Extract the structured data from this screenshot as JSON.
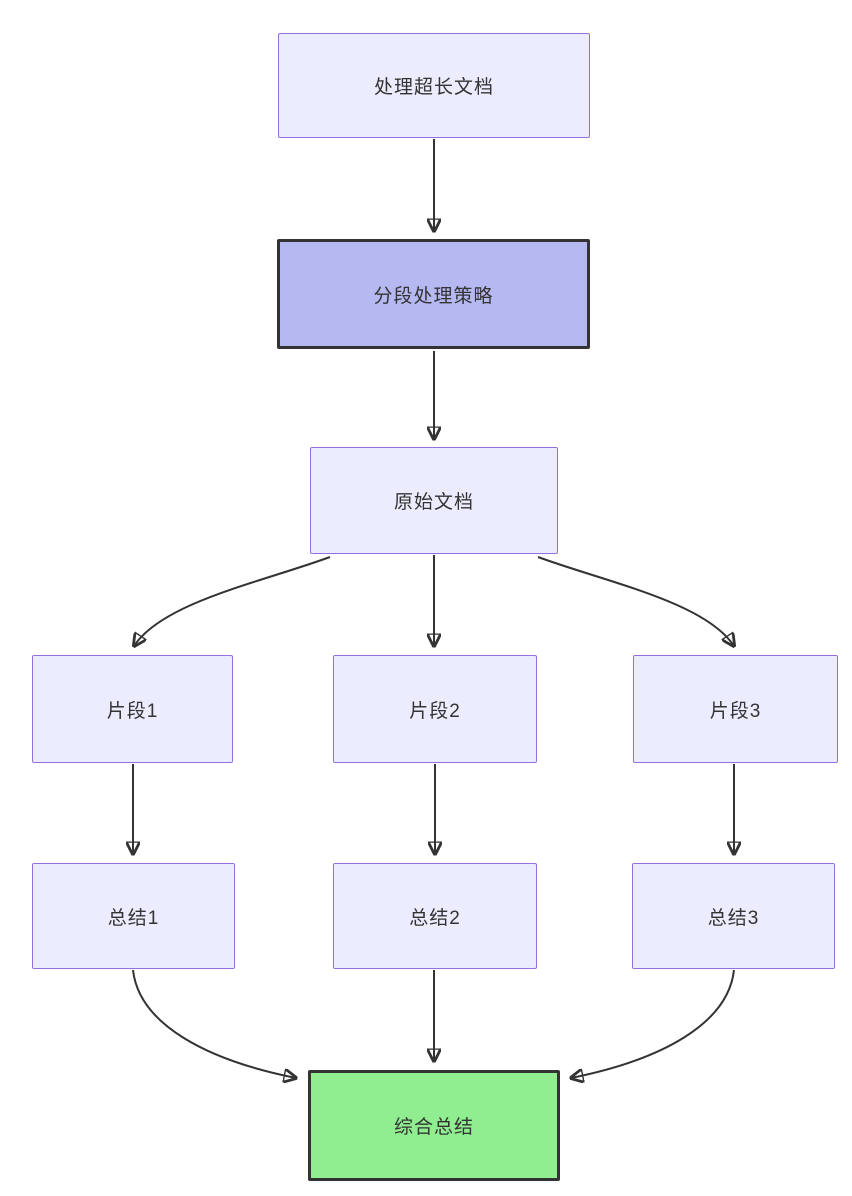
{
  "diagram": {
    "type": "flowchart",
    "direction": "top-down",
    "nodes": [
      {
        "id": "title",
        "label": "处理超长文档",
        "style": "light"
      },
      {
        "id": "strategy",
        "label": "分段处理策略",
        "style": "highlight-purple"
      },
      {
        "id": "doc",
        "label": "原始文档",
        "style": "light"
      },
      {
        "id": "seg1",
        "label": "片段1",
        "style": "light"
      },
      {
        "id": "seg2",
        "label": "片段2",
        "style": "light"
      },
      {
        "id": "seg3",
        "label": "片段3",
        "style": "light"
      },
      {
        "id": "sum1",
        "label": "总结1",
        "style": "light"
      },
      {
        "id": "sum2",
        "label": "总结2",
        "style": "light"
      },
      {
        "id": "sum3",
        "label": "总结3",
        "style": "light"
      },
      {
        "id": "final",
        "label": "综合总结",
        "style": "highlight-green"
      }
    ],
    "edges": [
      {
        "from": "title",
        "to": "strategy"
      },
      {
        "from": "strategy",
        "to": "doc"
      },
      {
        "from": "doc",
        "to": "seg1"
      },
      {
        "from": "doc",
        "to": "seg2"
      },
      {
        "from": "doc",
        "to": "seg3"
      },
      {
        "from": "seg1",
        "to": "sum1"
      },
      {
        "from": "seg2",
        "to": "sum2"
      },
      {
        "from": "seg3",
        "to": "sum3"
      },
      {
        "from": "sum1",
        "to": "final"
      },
      {
        "from": "sum2",
        "to": "final"
      },
      {
        "from": "sum3",
        "to": "final"
      }
    ],
    "colors": {
      "canvas_bg": "#ffffff",
      "node_fill": "#ececff",
      "node_border": "#9370db",
      "strategy_fill": "#b6b8f1",
      "strong_border": "#333333",
      "final_fill": "#90ee90",
      "edge_color": "#333333",
      "text_color": "#333333"
    }
  }
}
